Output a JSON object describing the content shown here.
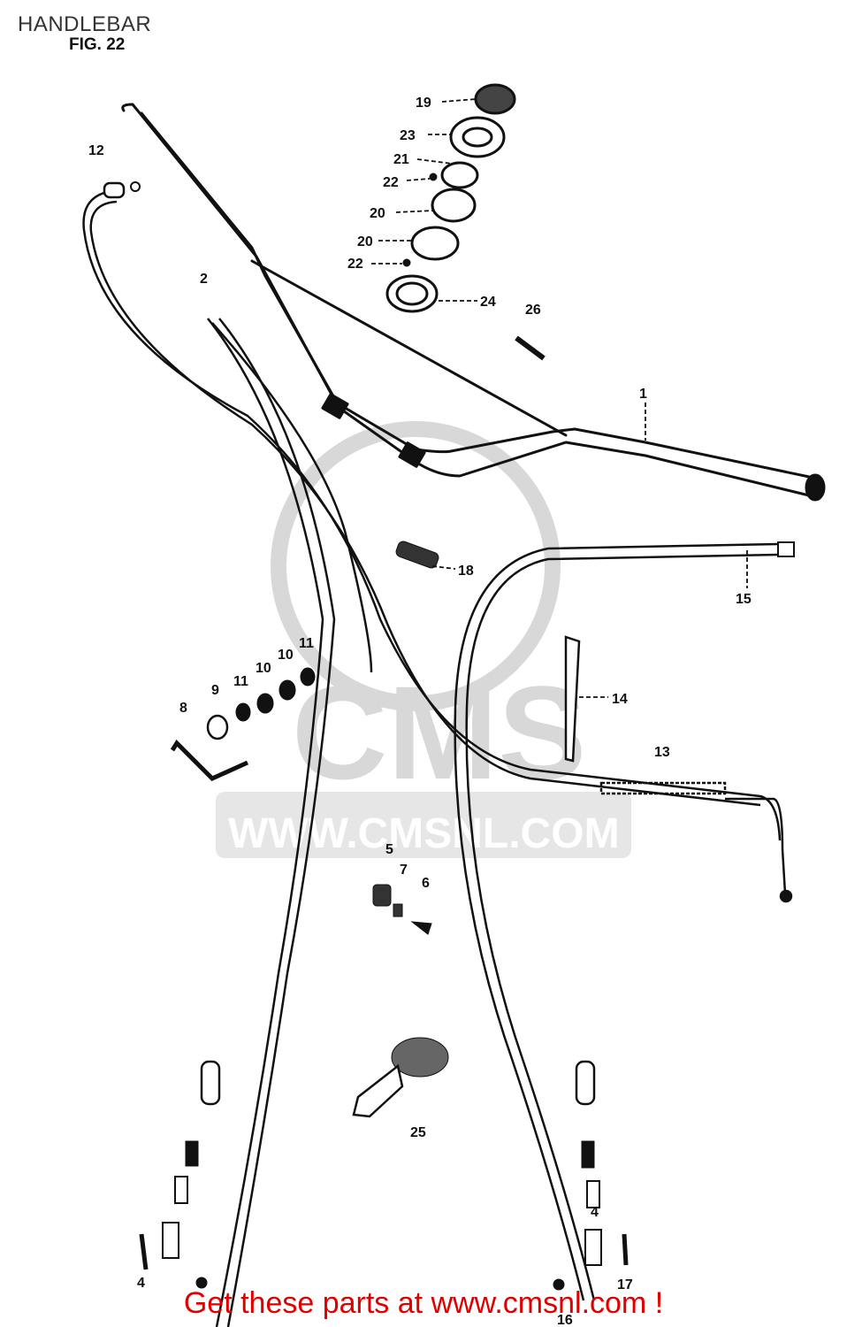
{
  "page": {
    "title": "HANDLEBAR",
    "figure": "FIG. 22",
    "cta": "Get these parts at www.cmsnl.com !"
  },
  "watermark": {
    "logo_text": "CMS",
    "url_text": "WWW.CMSNL.COM",
    "color": "#d8d8d8"
  },
  "colors": {
    "ink": "#111111",
    "title": "#333333",
    "cta": "#e00000"
  },
  "callouts": {
    "c1": "1",
    "c2": "2",
    "c4a": "4",
    "c4b": "4",
    "c5": "5",
    "c6": "6",
    "c7": "7",
    "c8": "8",
    "c9": "9",
    "c10a": "10",
    "c10b": "10",
    "c11a": "11",
    "c11b": "11",
    "c12": "12",
    "c13": "13",
    "c14": "14",
    "c15": "15",
    "c16": "16",
    "c17": "17",
    "c18": "18",
    "c19": "19",
    "c20a": "20",
    "c20b": "20",
    "c21": "21",
    "c22a": "22",
    "c22b": "22",
    "c23": "23",
    "c24": "24",
    "c25": "25",
    "c26": "26"
  }
}
